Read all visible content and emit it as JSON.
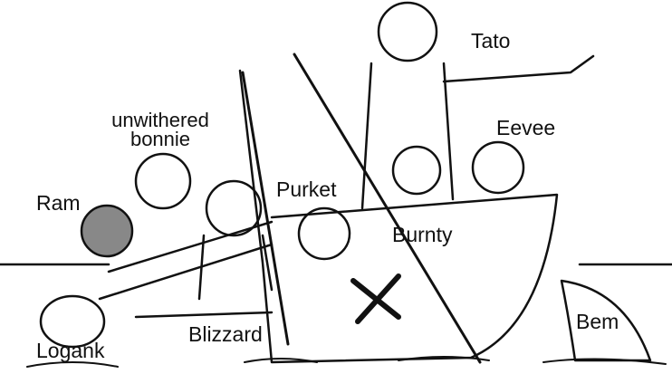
{
  "meme": {
    "template": "boat-crew-drawing",
    "labels": [
      {
        "id": "tato",
        "text": "Tato"
      },
      {
        "id": "unwithered-bonnie",
        "line1": "unwithered",
        "line2": "bonnie"
      },
      {
        "id": "eevee",
        "text": "Eevee"
      },
      {
        "id": "ram",
        "text": "Ram"
      },
      {
        "id": "purket",
        "text": "Purket"
      },
      {
        "id": "burnty",
        "text": "Burnty"
      },
      {
        "id": "blizzard",
        "text": "Blizzard"
      },
      {
        "id": "logank",
        "text": "Logank"
      },
      {
        "id": "bem",
        "text": "Bem"
      }
    ]
  },
  "colors": {
    "ink": "#111111",
    "background": "#ffffff",
    "shade": "#888888"
  }
}
